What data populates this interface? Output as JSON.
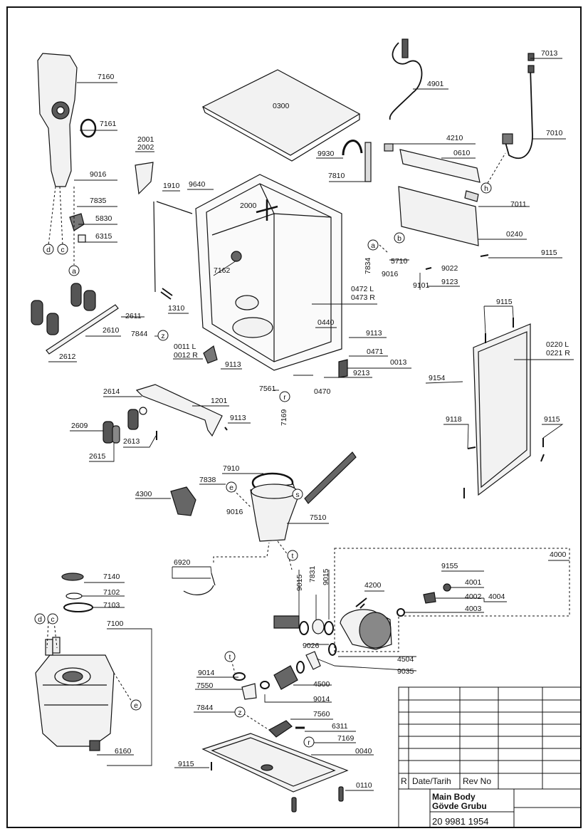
{
  "diagram": {
    "part_numbers": [
      {
        "id": "p7160",
        "label": "7160"
      },
      {
        "id": "p7161",
        "label": "7161"
      },
      {
        "id": "p9016a",
        "label": "9016"
      },
      {
        "id": "p7835",
        "label": "7835"
      },
      {
        "id": "p5830",
        "label": "5830"
      },
      {
        "id": "p6315",
        "label": "6315"
      },
      {
        "id": "p0300",
        "label": "0300"
      },
      {
        "id": "p4901",
        "label": "4901"
      },
      {
        "id": "p7013",
        "label": "7013"
      },
      {
        "id": "p7010",
        "label": "7010"
      },
      {
        "id": "p4210",
        "label": "4210"
      },
      {
        "id": "p0610",
        "label": "0610"
      },
      {
        "id": "p9930",
        "label": "9930"
      },
      {
        "id": "p7810",
        "label": "7810"
      },
      {
        "id": "p2001",
        "label": "2001"
      },
      {
        "id": "p2002",
        "label": "2002"
      },
      {
        "id": "p1910",
        "label": "1910"
      },
      {
        "id": "p9640",
        "label": "9640"
      },
      {
        "id": "p2000",
        "label": "2000"
      },
      {
        "id": "p7011",
        "label": "7011"
      },
      {
        "id": "p0240",
        "label": "0240"
      },
      {
        "id": "p7162",
        "label": "7162"
      },
      {
        "id": "p7834",
        "label": "7834"
      },
      {
        "id": "p5710",
        "label": "5710"
      },
      {
        "id": "p9016b",
        "label": "9016"
      },
      {
        "id": "p9022",
        "label": "9022"
      },
      {
        "id": "p9115a",
        "label": "9115"
      },
      {
        "id": "p9101",
        "label": "9101"
      },
      {
        "id": "p9123",
        "label": "9123"
      },
      {
        "id": "p1310",
        "label": "1310"
      },
      {
        "id": "p2611",
        "label": "2611"
      },
      {
        "id": "p2610",
        "label": "2610"
      },
      {
        "id": "p2612",
        "label": "2612"
      },
      {
        "id": "p0472",
        "label": "0472 L"
      },
      {
        "id": "p0473",
        "label": "0473 R"
      },
      {
        "id": "p0440",
        "label": "0440"
      },
      {
        "id": "p9113a",
        "label": "9113"
      },
      {
        "id": "p7844a",
        "label": "7844"
      },
      {
        "id": "p0011",
        "label": "0011 L"
      },
      {
        "id": "p0012",
        "label": "0012 R"
      },
      {
        "id": "p9113b",
        "label": "9113"
      },
      {
        "id": "p0471",
        "label": "0471"
      },
      {
        "id": "p0013",
        "label": "0013"
      },
      {
        "id": "p9213",
        "label": "9213"
      },
      {
        "id": "p7561",
        "label": "7561"
      },
      {
        "id": "p0470",
        "label": "0470"
      },
      {
        "id": "p7169a",
        "label": "7169"
      },
      {
        "id": "p9115b",
        "label": "9115"
      },
      {
        "id": "p0220",
        "label": "0220 L"
      },
      {
        "id": "p0221",
        "label": "0221 R"
      },
      {
        "id": "p9154",
        "label": "9154"
      },
      {
        "id": "p9118",
        "label": "9118"
      },
      {
        "id": "p9115c",
        "label": "9115"
      },
      {
        "id": "p2614",
        "label": "2614"
      },
      {
        "id": "p1201",
        "label": "1201"
      },
      {
        "id": "p9113c",
        "label": "9113"
      },
      {
        "id": "p2609",
        "label": "2609"
      },
      {
        "id": "p2613",
        "label": "2613"
      },
      {
        "id": "p2615",
        "label": "2615"
      },
      {
        "id": "p7910",
        "label": "7910"
      },
      {
        "id": "p7838",
        "label": "7838"
      },
      {
        "id": "p4300",
        "label": "4300"
      },
      {
        "id": "p9016c",
        "label": "9016"
      },
      {
        "id": "p7510",
        "label": "7510"
      },
      {
        "id": "p6920",
        "label": "6920"
      },
      {
        "id": "p4000",
        "label": "4000"
      },
      {
        "id": "p9155",
        "label": "9155"
      },
      {
        "id": "p4001",
        "label": "4001"
      },
      {
        "id": "p4002",
        "label": "4002"
      },
      {
        "id": "p4004",
        "label": "4004"
      },
      {
        "id": "p4003",
        "label": "4003"
      },
      {
        "id": "p9015a",
        "label": "9015"
      },
      {
        "id": "p7831",
        "label": "7831"
      },
      {
        "id": "p9015b",
        "label": "9015"
      },
      {
        "id": "p4200",
        "label": "4200"
      },
      {
        "id": "p7140",
        "label": "7140"
      },
      {
        "id": "p7102",
        "label": "7102"
      },
      {
        "id": "p7103",
        "label": "7103"
      },
      {
        "id": "p7100",
        "label": "7100"
      },
      {
        "id": "p9026",
        "label": "9026"
      },
      {
        "id": "p4504",
        "label": "4504"
      },
      {
        "id": "p9014a",
        "label": "9014"
      },
      {
        "id": "p9035",
        "label": "9035"
      },
      {
        "id": "p7550",
        "label": "7550"
      },
      {
        "id": "p4500",
        "label": "4500"
      },
      {
        "id": "p9014b",
        "label": "9014"
      },
      {
        "id": "p7844b",
        "label": "7844"
      },
      {
        "id": "p7560",
        "label": "7560"
      },
      {
        "id": "p6311",
        "label": "6311"
      },
      {
        "id": "p7169b",
        "label": "7169"
      },
      {
        "id": "p0040",
        "label": "0040"
      },
      {
        "id": "p6160",
        "label": "6160"
      },
      {
        "id": "p9115d",
        "label": "9115"
      },
      {
        "id": "p0110",
        "label": "0110"
      }
    ],
    "callouts": {
      "a": "a",
      "b": "b",
      "c": "c",
      "d": "d",
      "e": "e",
      "h": "h",
      "r": "r",
      "s": "s",
      "t": "t",
      "z": "z"
    }
  },
  "title_block": {
    "rev_marker": "R",
    "date_label": "Date/Tarih",
    "rev_label": "Rev No",
    "title_en": "Main Body",
    "title_tr": "Gövde Grubu",
    "drawing_number": "20 9981 1954"
  },
  "colors": {
    "ink": "#111111",
    "paper": "#ffffff",
    "part_fill": "#f2f2f2",
    "dark_part": "#4a4a4a"
  }
}
